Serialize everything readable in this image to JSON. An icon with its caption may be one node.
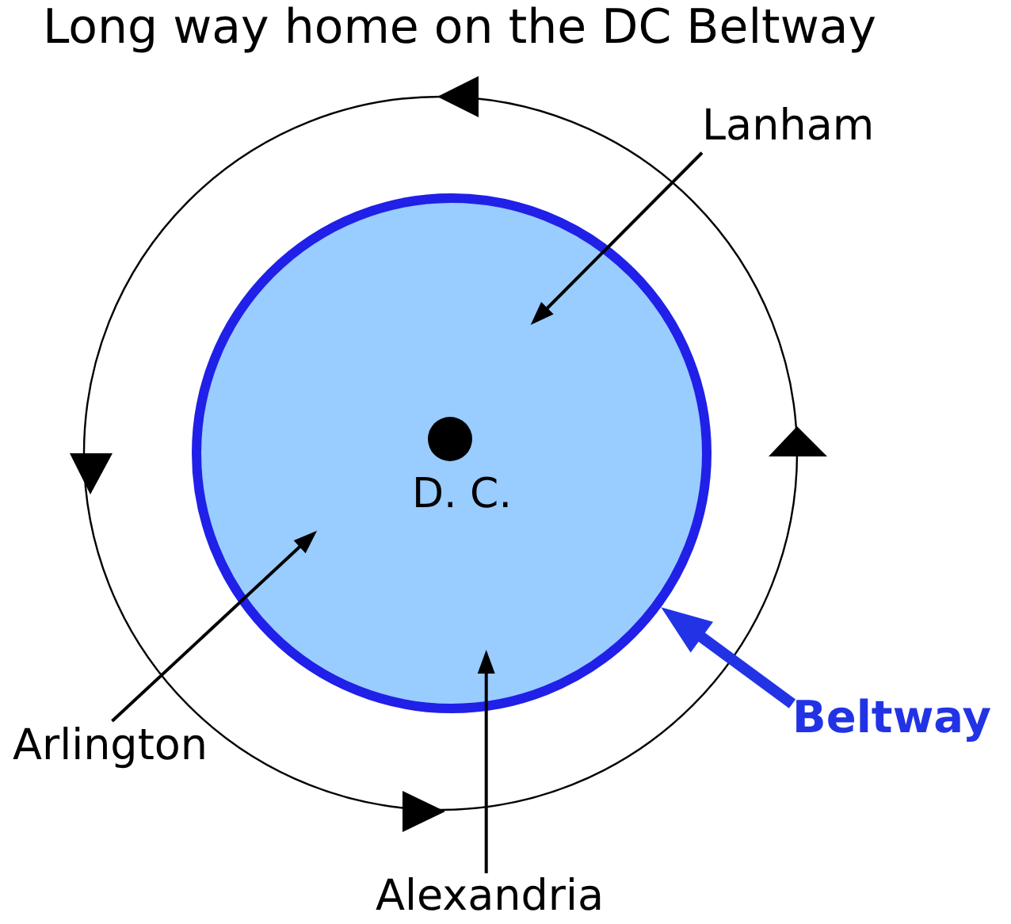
{
  "diagram": {
    "title": "Long way home on the DC Beltway",
    "nodes": [
      {
        "text": [
          "Lanham"
        ]
      },
      {
        "text": [
          "D. C."
        ]
      },
      {
        "text": [
          "Beltway"
        ]
      },
      {
        "text": [
          "Arlington"
        ]
      },
      {
        "text": [
          "Alexandria"
        ]
      }
    ],
    "edges": [
      {
        "from": 0,
        "to": 1,
        "arrow": "to"
      },
      {
        "from": 2,
        "to": 1,
        "arrow": "to",
        "style": "thick",
        "color": "#2233e6"
      },
      {
        "from": 3,
        "to": 1,
        "arrow": "to"
      },
      {
        "from": 4,
        "to": 1,
        "arrow": "to"
      }
    ]
  }
}
